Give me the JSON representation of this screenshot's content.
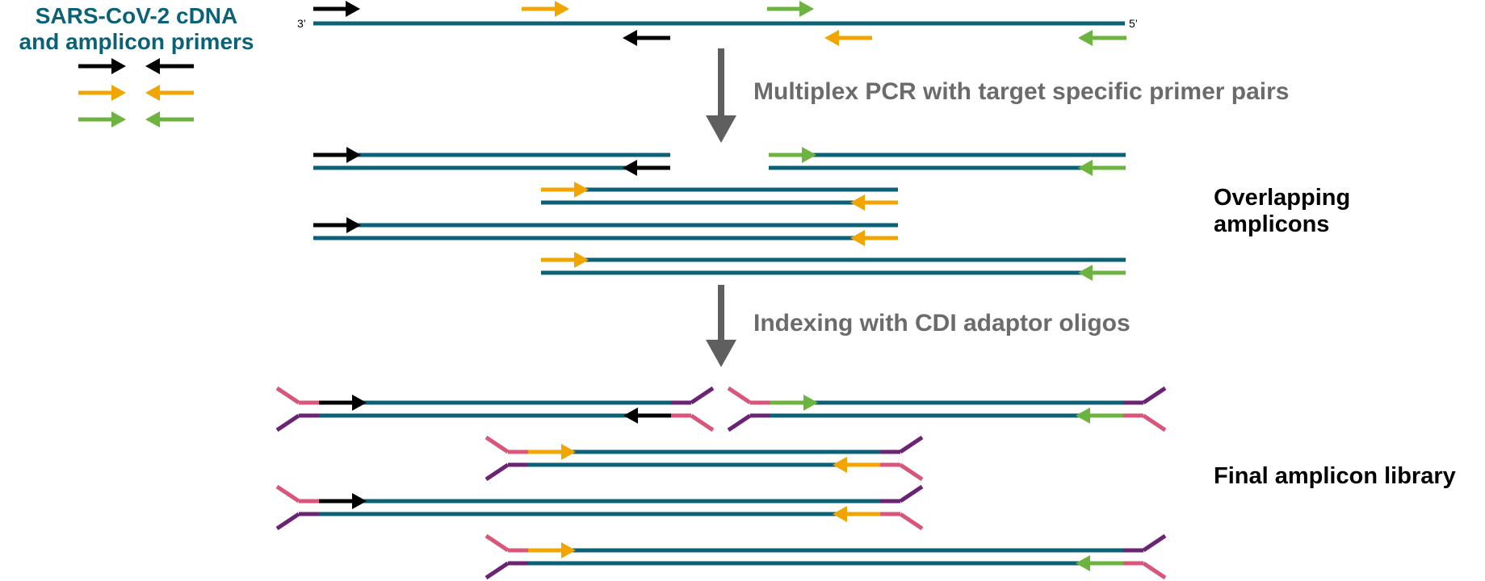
{
  "legend": {
    "title_line1": "SARS-CoV-2 cDNA",
    "title_line2": "and amplicon primers"
  },
  "template": {
    "left_end": "3’",
    "right_end": "5’"
  },
  "steps": {
    "pcr": "Multiplex PCR with target specific primer pairs",
    "indexing": "Indexing with CDI adaptor oligos"
  },
  "stages": {
    "overlapping_line1": "Overlapping",
    "overlapping_line2": "amplicons",
    "final_library": "Final amplicon library"
  },
  "colors": {
    "dna": "#0b6277",
    "primer_black": "#000000",
    "primer_orange": "#f0a500",
    "primer_green": "#6db33f",
    "adaptor_pink": "#d9567a",
    "adaptor_purple": "#6b2374",
    "step_arrow": "#5f5f5f",
    "title_text": "#0b6277",
    "step_text": "#6b6b6b"
  }
}
